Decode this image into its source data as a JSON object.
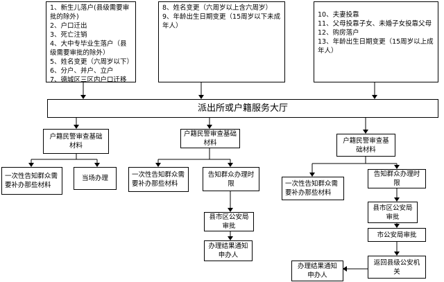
{
  "top_boxes": {
    "left": [
      "1、新生儿落户(县级需要审批的除外)",
      "2、户口迁出",
      "3、死亡注销",
      "4、大中专毕业生落户（县级需要审批的除外）",
      "5、姓名变更（六周岁以下）",
      "6、分户、并户、立户",
      "7、德城区三区内户口迁移"
    ],
    "middle": [
      "8、姓名变更（六周岁以上含六周岁）",
      "9、年龄出生日期变更（15周岁以下未成年人）"
    ],
    "right": [
      "10、夫妻投靠",
      "11、父母投靠子女、未婚子女投靠父母",
      "12、购房落户",
      "13、年龄出生日期变更（15周岁以上成年人）"
    ]
  },
  "hall": "派出所或户籍服务大厅",
  "branch_left": {
    "review": "户籍民警审查基础材料",
    "notify_once": "一次性告知群众需要补办那些材料",
    "on_site": "当场办理"
  },
  "branch_middle": {
    "review": "户籍民警审查基础材料",
    "notify_once": "一次性告知群众需要补办那些材料",
    "notify_time": "告知群众办理时限",
    "county_approval": "县市区公安局审批",
    "result_notify": "办理结果通知申办人"
  },
  "branch_right": {
    "review": "户籍民警审查基础材料",
    "notify_once": "一次性告知群众需要补办那些材料",
    "notify_time": "告知群众办理时限",
    "county_approval": "县市区公安局审批",
    "city_approval": "市公安局审批",
    "return_county": "返回县级公安机关",
    "result_notify": "办理结果通知申办人"
  }
}
